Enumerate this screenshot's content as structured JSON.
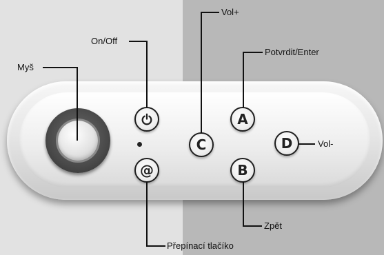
{
  "labels": {
    "mouse": "Myš",
    "on_off": "On/Off",
    "vol_plus": "Vol+",
    "confirm_enter": "Potvrdit/Enter",
    "vol_minus": "Vol-",
    "back": "Zpět",
    "switch_button": "Přepínací tlačíko"
  },
  "buttons": {
    "a": "A",
    "b": "B",
    "c": "C",
    "d": "D",
    "at": "@"
  },
  "icons": {
    "power": "power-icon",
    "joystick": "joystick-icon",
    "led": "led-indicator"
  }
}
